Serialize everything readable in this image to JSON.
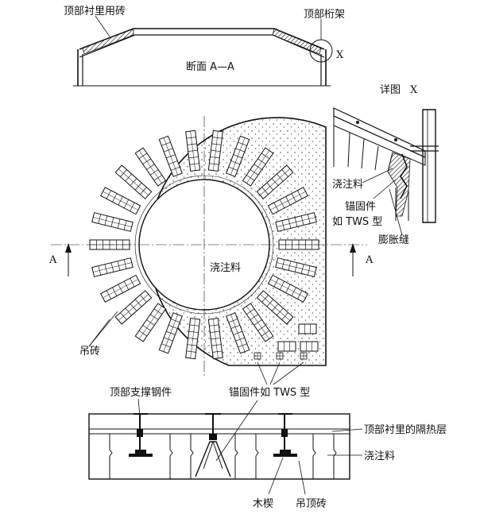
{
  "top_section": {
    "label_lining_brick": "顶部衬里用砖",
    "label_roof_truss": "顶部桁架",
    "section_title": "断面 A—A",
    "detail_marker": "X"
  },
  "detail": {
    "title": "详图",
    "marker": "X",
    "label_castable": "浇注料",
    "label_anchor_line1": "锚固件",
    "label_anchor_line2": "如 TWS 型",
    "label_expansion_joint": "膨胀缝"
  },
  "plan": {
    "section_marker_left": "A",
    "section_marker_right": "A",
    "label_castable": "浇注料",
    "label_hanging_brick": "吊砖",
    "label_anchor": "锚固件如 TWS 型"
  },
  "bottom_section": {
    "label_steel_support": "顶部支撑钢件",
    "label_insulation": "顶部衬里的隔热层",
    "label_castable": "浇注料",
    "label_wood_wedge": "木楔",
    "label_ceiling_brick": "吊顶砖"
  }
}
